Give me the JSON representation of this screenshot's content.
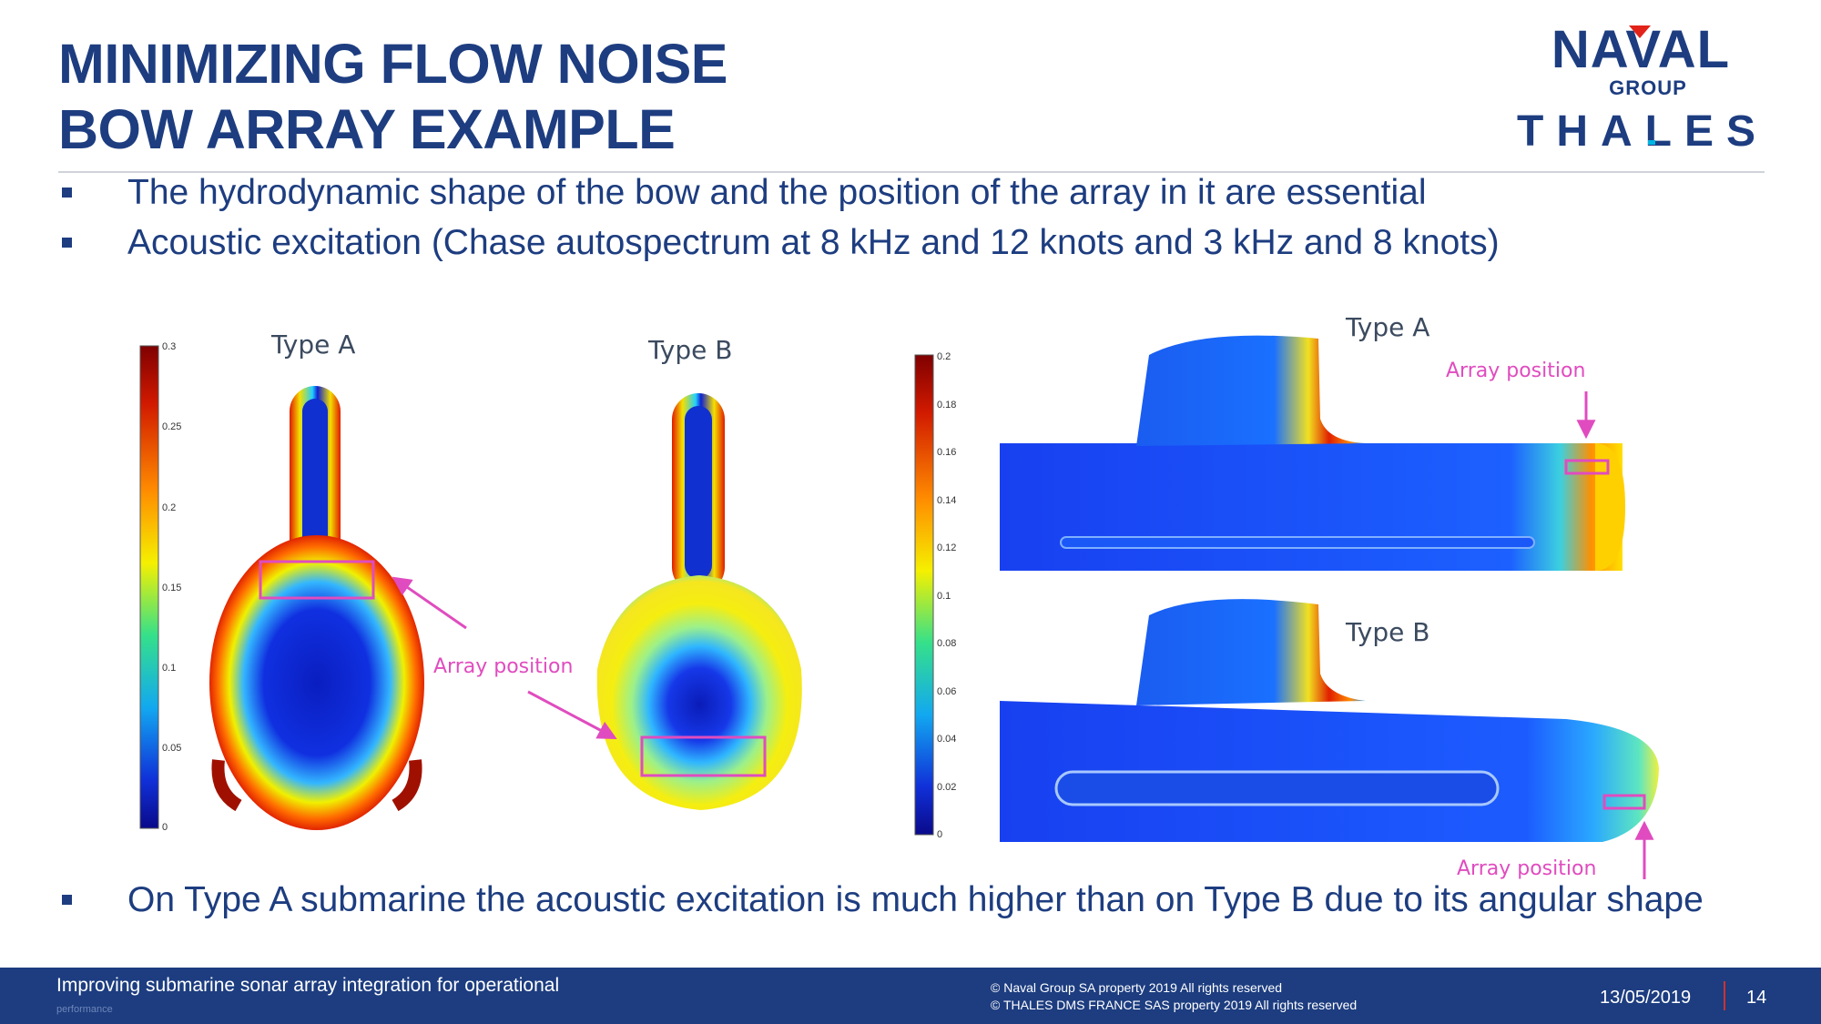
{
  "slide": {
    "title_line1": "MINIMIZING FLOW NOISE",
    "title_line2": "BOW ARRAY EXAMPLE",
    "bullets": [
      "The hydrodynamic shape of the bow and the position of the array in it are essential",
      "Acoustic excitation (Chase autospectrum at  8 kHz and 12 knots and 3 kHz and 8 knots)"
    ],
    "conclusion": "On Type A submarine the acoustic excitation is much higher than on Type B due to its angular shape"
  },
  "logos": {
    "naval": "NAVAL",
    "group": "GROUP",
    "thales": "THALES"
  },
  "figure_left": {
    "label_a": "Type A",
    "label_b": "Type B",
    "array_label": "Array position",
    "colorbar_ticks": [
      "0.3",
      "0.25",
      "0.2",
      "0.15",
      "0.1",
      "0.05",
      "0"
    ]
  },
  "figure_right": {
    "label_a": "Type A",
    "label_b": "Type B",
    "array_label_top": "Array position",
    "array_label_bottom": "Array position",
    "colorbar_ticks": [
      "0.2",
      "0.18",
      "0.16",
      "0.14",
      "0.12",
      "0.1",
      "0.08",
      "0.06",
      "0.04",
      "0.02",
      "0"
    ]
  },
  "footer": {
    "title": "Improving submarine sonar array integration for operational",
    "title_cont": "performance",
    "copyright1": "© Naval Group SA property 2019 All rights reserved",
    "copyright2": "© THALES DMS FRANCE SAS property 2019 All rights reserved",
    "date": "13/05/2019",
    "page": "14"
  },
  "colors": {
    "brand_blue": "#1d3d80",
    "accent_magenta": "#e04cbf",
    "naval_red": "#e2231a"
  }
}
